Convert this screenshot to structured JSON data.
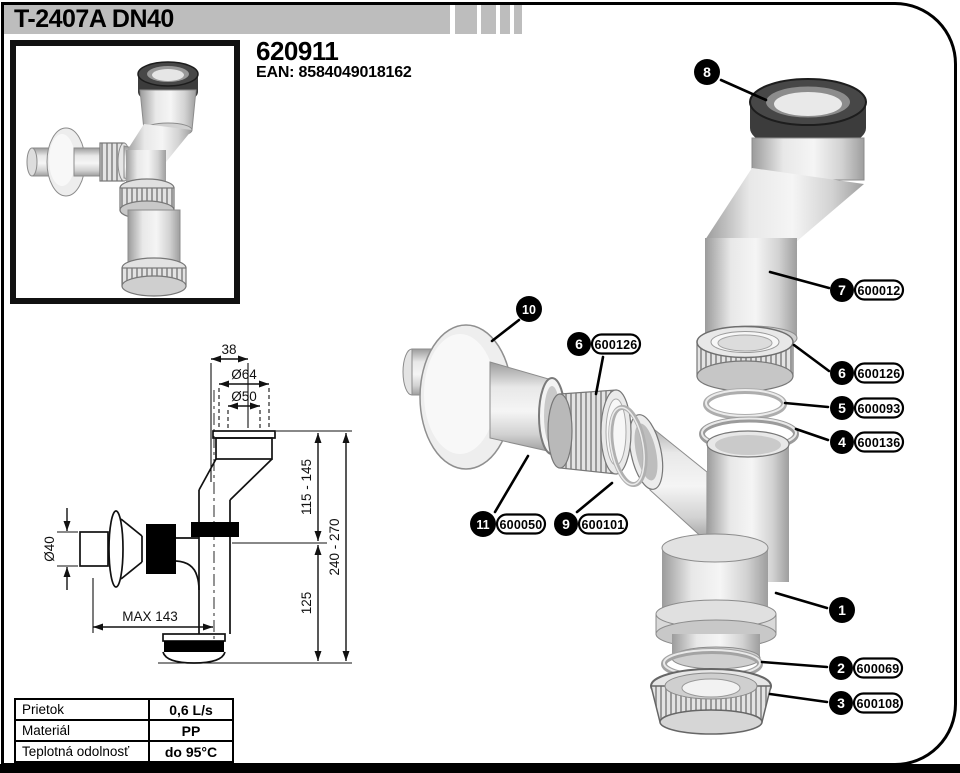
{
  "header": {
    "title": "T-2407A DN40"
  },
  "product": {
    "code": "620911",
    "ean": "EAN: 8584049018162"
  },
  "specs": {
    "rows": [
      {
        "label": "Prietok",
        "value": "0,6 L/s"
      },
      {
        "label": "Materiál",
        "value": "PP"
      },
      {
        "label": "Teplotná odolnosť",
        "value": "do 95°C"
      }
    ]
  },
  "dimensions": {
    "top_offset": "38",
    "outer_diameter": "Ø64",
    "inner_diameter": "Ø50",
    "upper_height_range": "115 - 145",
    "total_height_range": "240 - 270",
    "lower_height": "125",
    "inlet_diameter": "Ø40",
    "max_reach": "MAX 143"
  },
  "callouts": [
    {
      "num": "8",
      "part": ""
    },
    {
      "num": "7",
      "part": "600012"
    },
    {
      "num": "6",
      "part": "600126"
    },
    {
      "num": "5",
      "part": "600093"
    },
    {
      "num": "4",
      "part": "600136"
    },
    {
      "num": "1",
      "part": ""
    },
    {
      "num": "2",
      "part": "600069"
    },
    {
      "num": "3",
      "part": "600108"
    },
    {
      "num": "10",
      "part": ""
    },
    {
      "num": "6",
      "part": "600126"
    },
    {
      "num": "11",
      "part": "600050"
    },
    {
      "num": "9",
      "part": "600101"
    }
  ],
  "colors": {
    "header_gray": "#bdbdbd",
    "gasket_dark": "#3c3c3c",
    "part_light": "#e9e9e9",
    "line": "#000000"
  }
}
